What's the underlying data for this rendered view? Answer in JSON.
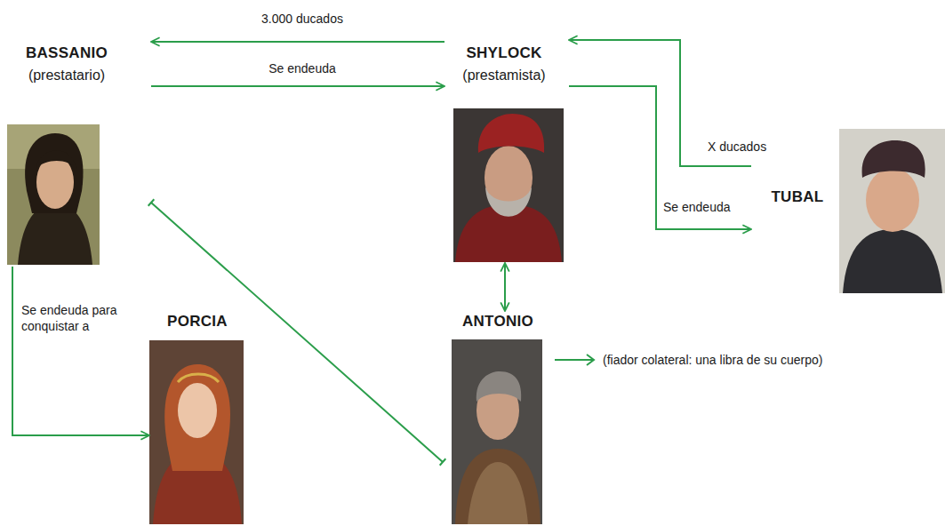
{
  "diagram": {
    "nodes": [
      {
        "text": [
          "BASSANIO",
          "(prestatario)"
        ]
      },
      {
        "text": [
          "SHYLOCK",
          "(prestamista)"
        ]
      },
      {
        "text": [
          "TUBAL"
        ]
      },
      {
        "text": [
          "PORCIA"
        ]
      },
      {
        "text": [
          "ANTONIO"
        ]
      }
    ],
    "edges": [
      {
        "from": 1,
        "to": 0,
        "label": "3.000 ducados",
        "arrow": "to"
      },
      {
        "from": 0,
        "to": 1,
        "label": "Se endeuda",
        "arrow": "to"
      },
      {
        "from": 2,
        "to": 1,
        "label": "X ducados",
        "arrow": "to"
      },
      {
        "from": 1,
        "to": 2,
        "label": "Se endeuda",
        "arrow": "to"
      },
      {
        "from": 0,
        "to": 3,
        "label": "Se endeuda para conquistar a",
        "arrow": "to"
      },
      {
        "from": 0,
        "to": 4,
        "arrow": "none"
      },
      {
        "from": 1,
        "to": 4,
        "arrow": "both"
      }
    ],
    "labels": [
      "(fiador colateral: una libra de su cuerpo)"
    ]
  }
}
